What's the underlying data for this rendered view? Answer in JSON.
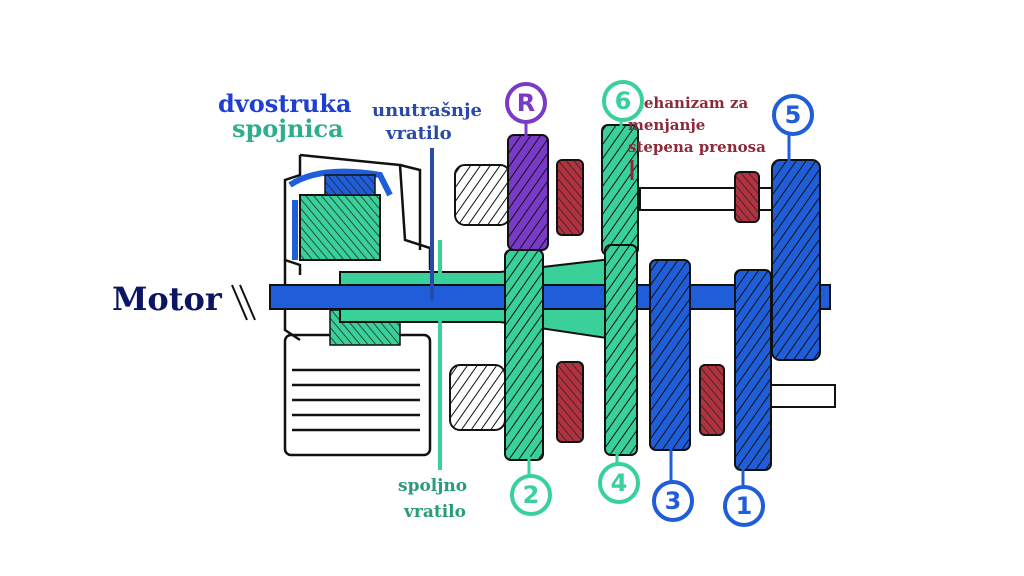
{
  "labels": {
    "motor": "Motor",
    "dual_clutch_line1": "dvostruka",
    "dual_clutch_line2": "spojnica",
    "inner_shaft_line1": "unutrašnje",
    "inner_shaft_line2": "vratilo",
    "outer_shaft_line1": "spoljno",
    "outer_shaft_line2": "vratilo",
    "shift_mechanism_line1": "mehanizam za",
    "shift_mechanism_line2": "menjanje",
    "shift_mechanism_line3": "stepena prenosa"
  },
  "gear_markers": {
    "reverse": "R",
    "g1": "1",
    "g2": "2",
    "g3": "3",
    "g4": "4",
    "g5": "5",
    "g6": "6"
  },
  "colors": {
    "inner_shaft": "#1f5ed8",
    "outer_shaft": "#3ad09a",
    "reverse": "#7a3ac8",
    "synchronizer": "#b2333f",
    "motor_text": "#0b1563",
    "shift_text": "#8c2a3a"
  }
}
